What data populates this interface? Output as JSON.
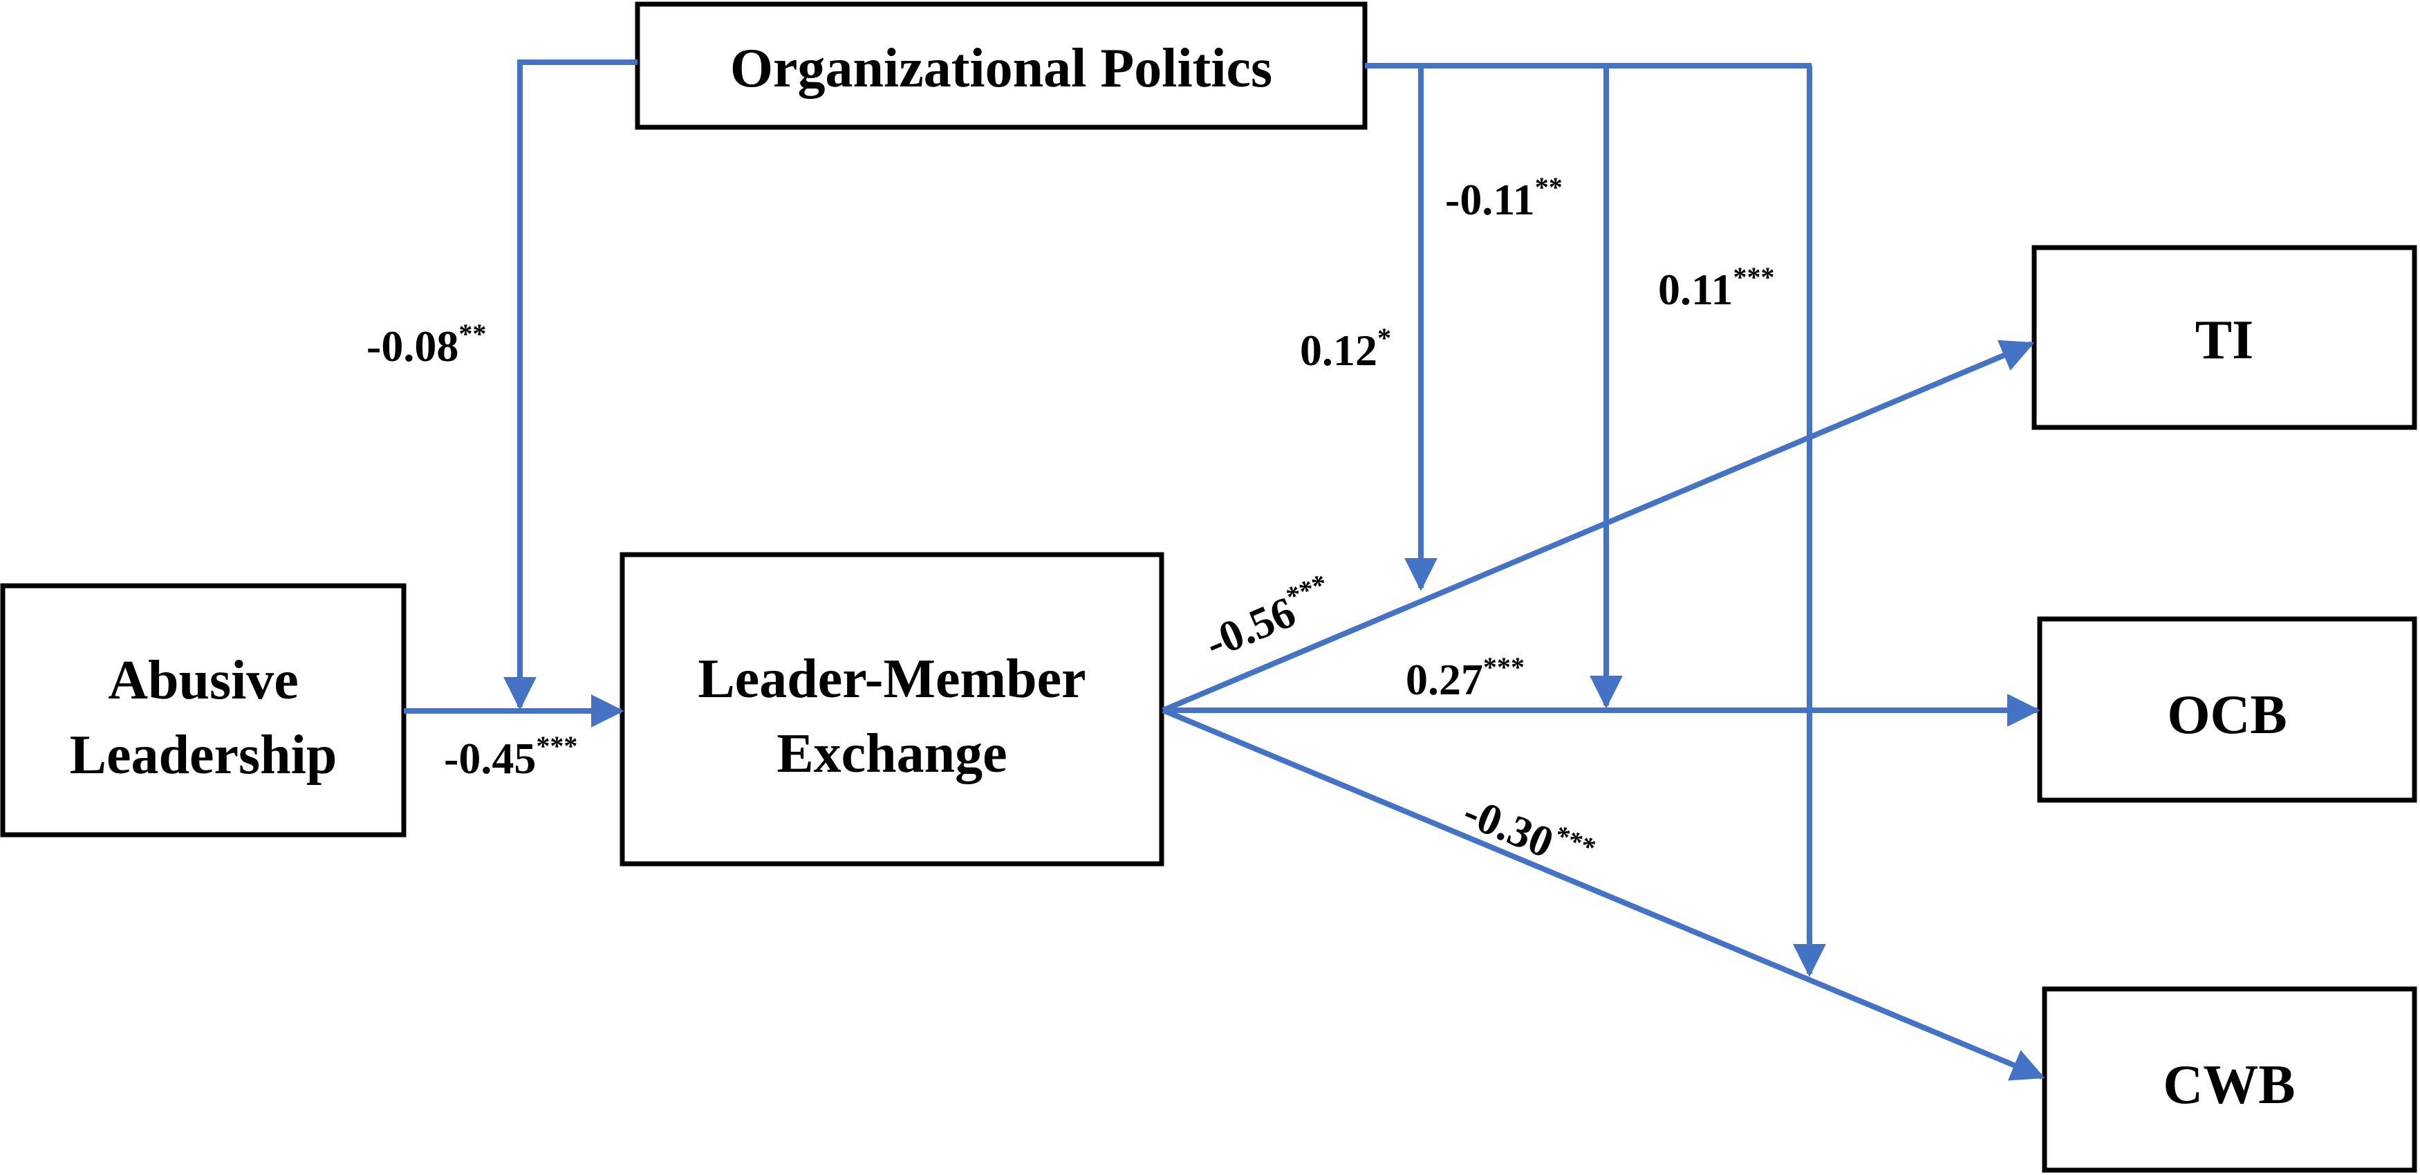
{
  "colors": {
    "arrow": "#4472c4",
    "box_border": "#000000",
    "text": "#000000",
    "background": "#ffffff"
  },
  "nodes": {
    "organizational_politics": {
      "lines": [
        "Organizational Politics"
      ]
    },
    "abusive_leadership": {
      "lines": [
        "Abusive",
        "Leadership"
      ]
    },
    "lmx": {
      "lines": [
        "Leader-Member",
        "Exchange"
      ]
    },
    "ti": {
      "lines": [
        "TI"
      ]
    },
    "ocb": {
      "lines": [
        "OCB"
      ]
    },
    "cwb": {
      "lines": [
        "CWB"
      ]
    }
  },
  "paths": {
    "al_to_lmx": {
      "value": "-0.45",
      "stars": "***"
    },
    "op_mod_al_lmx": {
      "value": "-0.08",
      "stars": "**"
    },
    "op_mod_lmx_ti": {
      "value": "0.12",
      "stars": "*"
    },
    "op_mod_lmx_ocb": {
      "value": "-0.11",
      "stars": "**"
    },
    "op_mod_lmx_cwb": {
      "value": "0.11",
      "stars": "***"
    },
    "lmx_to_ti": {
      "value": "-0.56",
      "stars": "***"
    },
    "lmx_to_ocb": {
      "value": "0.27",
      "stars": "***"
    },
    "lmx_to_cwb": {
      "value": "-0.30",
      "stars": "***"
    }
  }
}
